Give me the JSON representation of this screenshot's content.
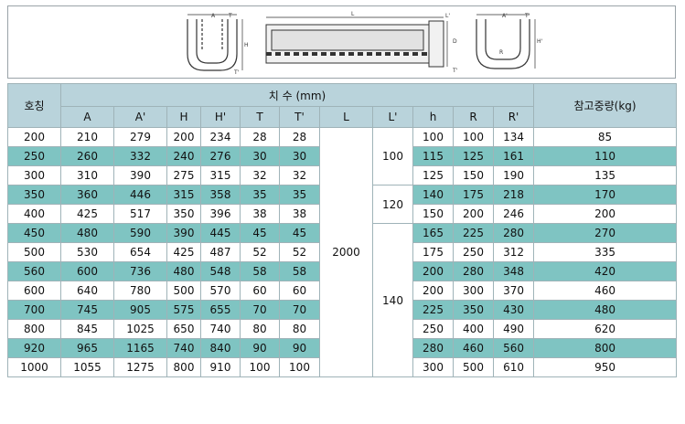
{
  "header": {
    "nominal": "호칭",
    "dimensions": "치 수 (mm)",
    "weight": "참고중량(kg)",
    "cols": [
      "A",
      "A'",
      "H",
      "H'",
      "T",
      "T'",
      "L",
      "L'",
      "h",
      "R",
      "R'"
    ]
  },
  "drawing_labels": {
    "left": [
      "A",
      "T",
      "H",
      "T'"
    ],
    "mid": [
      "L",
      "L'",
      "D",
      "T'"
    ],
    "right": [
      "A'",
      "T'",
      "H'",
      "R"
    ]
  },
  "rows": [
    {
      "n": "200",
      "A": "210",
      "A2": "279",
      "H": "200",
      "H2": "234",
      "T": "28",
      "T2": "28",
      "h": "100",
      "R": "100",
      "R2": "134",
      "w": "85"
    },
    {
      "n": "250",
      "A": "260",
      "A2": "332",
      "H": "240",
      "H2": "276",
      "T": "30",
      "T2": "30",
      "h": "115",
      "R": "125",
      "R2": "161",
      "w": "110"
    },
    {
      "n": "300",
      "A": "310",
      "A2": "390",
      "H": "275",
      "H2": "315",
      "T": "32",
      "T2": "32",
      "h": "125",
      "R": "150",
      "R2": "190",
      "w": "135"
    },
    {
      "n": "350",
      "A": "360",
      "A2": "446",
      "H": "315",
      "H2": "358",
      "T": "35",
      "T2": "35",
      "h": "140",
      "R": "175",
      "R2": "218",
      "w": "170"
    },
    {
      "n": "400",
      "A": "425",
      "A2": "517",
      "H": "350",
      "H2": "396",
      "T": "38",
      "T2": "38",
      "h": "150",
      "R": "200",
      "R2": "246",
      "w": "200"
    },
    {
      "n": "450",
      "A": "480",
      "A2": "590",
      "H": "390",
      "H2": "445",
      "T": "45",
      "T2": "45",
      "h": "165",
      "R": "225",
      "R2": "280",
      "w": "270"
    },
    {
      "n": "500",
      "A": "530",
      "A2": "654",
      "H": "425",
      "H2": "487",
      "T": "52",
      "T2": "52",
      "h": "175",
      "R": "250",
      "R2": "312",
      "w": "335"
    },
    {
      "n": "560",
      "A": "600",
      "A2": "736",
      "H": "480",
      "H2": "548",
      "T": "58",
      "T2": "58",
      "h": "200",
      "R": "280",
      "R2": "348",
      "w": "420"
    },
    {
      "n": "600",
      "A": "640",
      "A2": "780",
      "H": "500",
      "H2": "570",
      "T": "60",
      "T2": "60",
      "h": "200",
      "R": "300",
      "R2": "370",
      "w": "460"
    },
    {
      "n": "700",
      "A": "745",
      "A2": "905",
      "H": "575",
      "H2": "655",
      "T": "70",
      "T2": "70",
      "h": "225",
      "R": "350",
      "R2": "430",
      "w": "480"
    },
    {
      "n": "800",
      "A": "845",
      "A2": "1025",
      "H": "650",
      "H2": "740",
      "T": "80",
      "T2": "80",
      "h": "250",
      "R": "400",
      "R2": "490",
      "w": "620"
    },
    {
      "n": "920",
      "A": "965",
      "A2": "1165",
      "H": "740",
      "H2": "840",
      "T": "90",
      "T2": "90",
      "h": "280",
      "R": "460",
      "R2": "560",
      "w": "800"
    },
    {
      "n": "1000",
      "A": "1055",
      "A2": "1275",
      "H": "800",
      "H2": "910",
      "T": "100",
      "T2": "100",
      "h": "300",
      "R": "500",
      "R2": "610",
      "w": "950"
    }
  ],
  "merged": {
    "L": "2000",
    "Lp_groups": [
      {
        "value": "100",
        "start": 0,
        "span": 3
      },
      {
        "value": "120",
        "start": 3,
        "span": 2
      },
      {
        "value": "140",
        "start": 5,
        "span": 8
      }
    ]
  }
}
